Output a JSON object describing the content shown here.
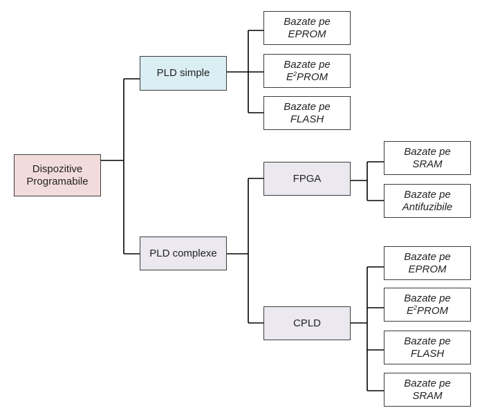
{
  "root": {
    "line1": "Dispozitive",
    "line2": "Programabile"
  },
  "pld_simple": {
    "label": "PLD simple",
    "children": [
      {
        "line1": "Bazate pe",
        "line2": "EPROM"
      },
      {
        "line1": "Bazate pe",
        "line2_prefix": "E",
        "line2_sup": "2",
        "line2_suffix": "PROM"
      },
      {
        "line1": "Bazate pe",
        "line2": "FLASH"
      }
    ]
  },
  "pld_complexe": {
    "label": "PLD complexe",
    "fpga": {
      "label": "FPGA",
      "children": [
        {
          "line1": "Bazate pe",
          "line2": "SRAM"
        },
        {
          "line1": "Bazate pe",
          "line2": "Antifuzibile"
        }
      ]
    },
    "cpld": {
      "label": "CPLD",
      "children": [
        {
          "line1": "Bazate pe",
          "line2": "EPROM"
        },
        {
          "line1": "Bazate pe",
          "line2_prefix": "E",
          "line2_sup": "2",
          "line2_suffix": "PROM"
        },
        {
          "line1": "Bazate pe",
          "line2": "FLASH"
        },
        {
          "line1": "Bazate pe",
          "line2": "SRAM"
        }
      ]
    }
  },
  "colors": {
    "root": "#f2dcdb",
    "simple": "#dbeef3",
    "complex": "#ebe8f0",
    "leaf": "#ffffff",
    "line": "#000000"
  }
}
